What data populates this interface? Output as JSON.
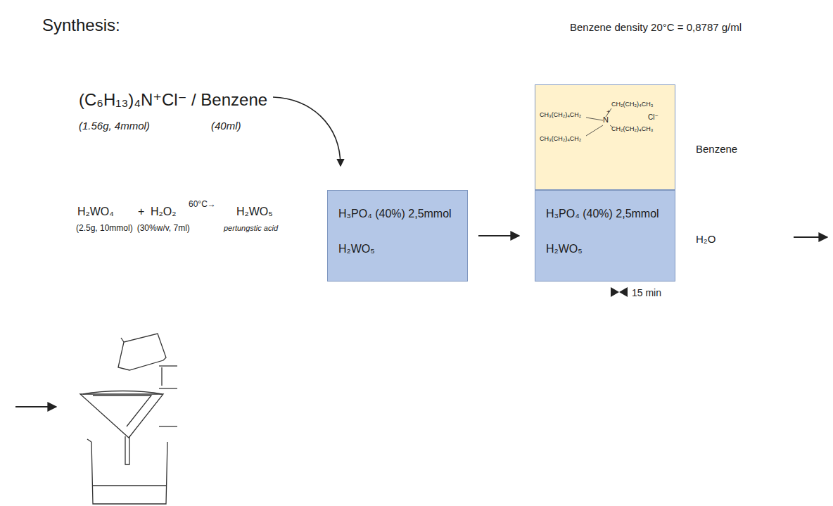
{
  "diagram": {
    "title": "Synthesis:",
    "nodes": [
      {
        "text": [
          "H₃PO₄ (40%) 2,5mmol",
          "H₂WO₅"
        ]
      },
      {
        "text": [
          "CH₃(CH₂)₄CH₂",
          "CH₂(CH₂)₄CH₃",
          "N",
          "+",
          "Cl⁻",
          "CH₃(CH₂)₄CH₂",
          "CH₂(CH₂)₄CH₃",
          "Benzene"
        ]
      },
      {
        "text": [
          "H₃PO₄ (40%) 2,5mmol",
          "H₂WO₅",
          "H₂O"
        ]
      }
    ],
    "edges": [
      {
        "from": 0,
        "to": 2,
        "arrow": "to"
      }
    ],
    "labels": [
      "Benzene density 20°C = 0,8787 g/ml",
      "(C₆H₁₃)₄N⁺Cl⁻ / Benzene",
      "(1.56g, 4mmol)",
      "(40ml)",
      "H₂WO₄",
      "+",
      "H₂O₂",
      "60°C→",
      "H₂WO₅",
      "(2.5g, 10mmol)",
      "(30%w/v, 7ml)",
      "pertungstic acid",
      "15 min"
    ]
  }
}
